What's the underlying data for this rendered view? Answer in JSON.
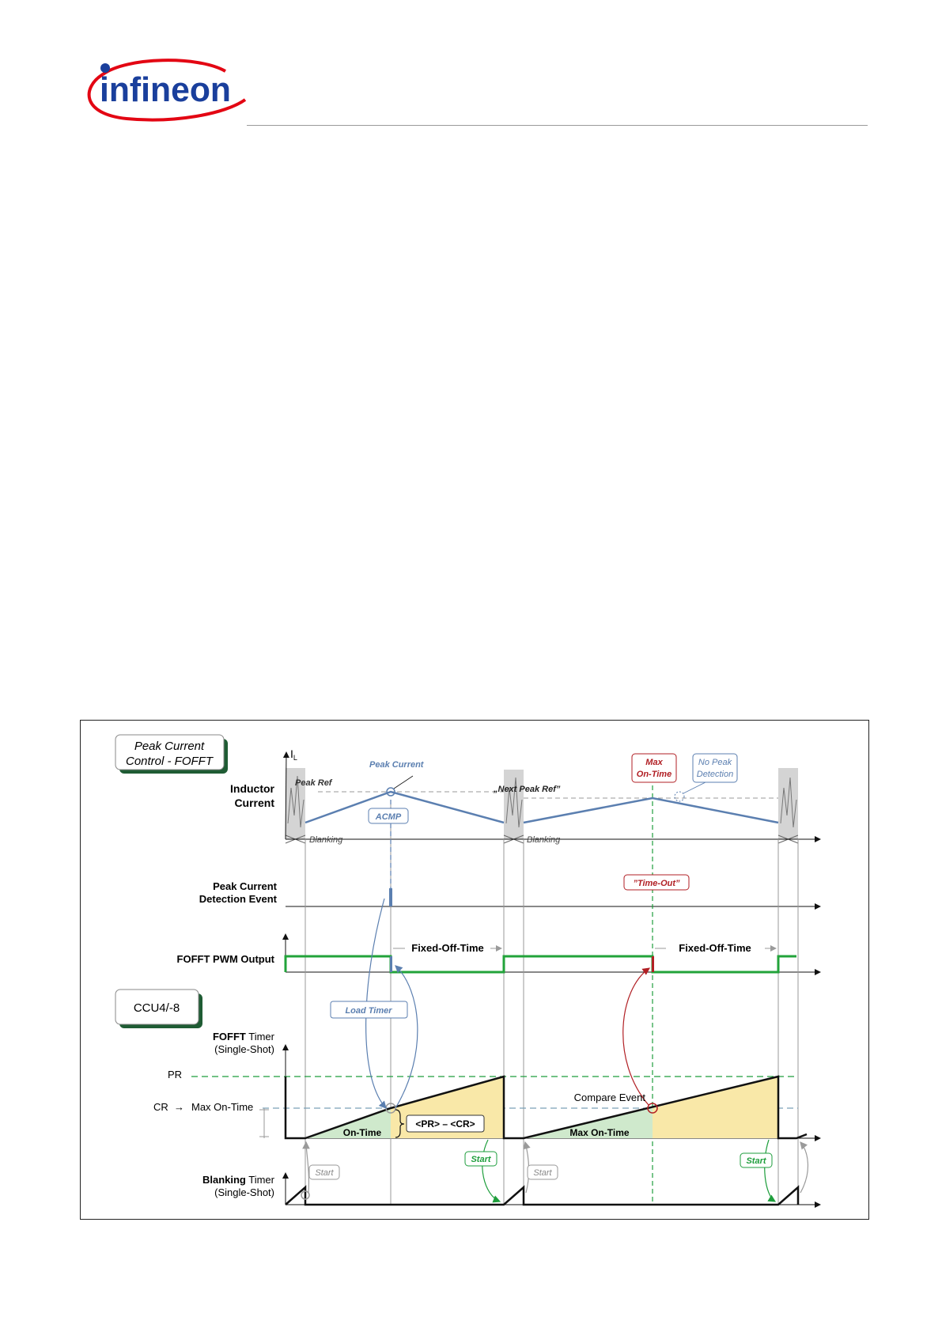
{
  "brand": {
    "logo_text": "infineon",
    "logo_color": "#1a3f9c",
    "swoosh_color": "#e30613"
  },
  "colors": {
    "blue": "#5b7fb0",
    "green": "#1e9e3c",
    "red": "#b11f24",
    "pwm_green": "#22a33a",
    "yellow_fill": "#f9e8a8",
    "green_fill": "#cfe9cc",
    "blanking_gray": "#cfcfcf"
  },
  "diagram": {
    "title_box": {
      "line1": "Peak Current",
      "line2": "Control - FOFFT"
    },
    "ccu_box": "CCU4/-8",
    "axis_il": "I",
    "axis_il_sub": "L",
    "rows": {
      "inductor": {
        "line1": "Inductor",
        "line2": "Current"
      },
      "peak_event": {
        "line1": "Peak Current",
        "line2": "Detection Event"
      },
      "pwm": "FOFFT PWM Output",
      "fofft_timer": {
        "line1_bold": "FOFFT",
        "line1_rest": " Timer",
        "line2": "(Single-Shot)"
      },
      "blanking_timer": {
        "line1_bold": "Blanking",
        "line1_rest": " Timer",
        "line2": "(Single-Shot)"
      }
    },
    "labels": {
      "peak_ref": "Peak Ref",
      "peak_current": "Peak Current",
      "acmp": "ACMP",
      "next_peak_ref": "„Next Peak Ref”",
      "max_on_time_line1": "Max",
      "max_on_time_line2": "On-Time",
      "no_peak_line1": "No Peak",
      "no_peak_line2": "Detection",
      "blanking1": "Blanking",
      "blanking2": "Blanking",
      "time_out": "”Time-Out”",
      "fixed_off_time_1": "Fixed-Off-Time",
      "fixed_off_time_2": "Fixed-Off-Time",
      "load_timer": "Load Timer",
      "pr": "PR",
      "cr": "CR",
      "cr_arrow": "→",
      "max_on_time_level": "Max On-Time",
      "compare_event": "Compare Event",
      "pr_cr": "<PR> – <CR>",
      "on_time": "On-Time",
      "max_on_time_area": "Max On-Time",
      "start_1": "Start",
      "start_2": "Start",
      "start_3": "Start",
      "start_4": "Start"
    }
  }
}
